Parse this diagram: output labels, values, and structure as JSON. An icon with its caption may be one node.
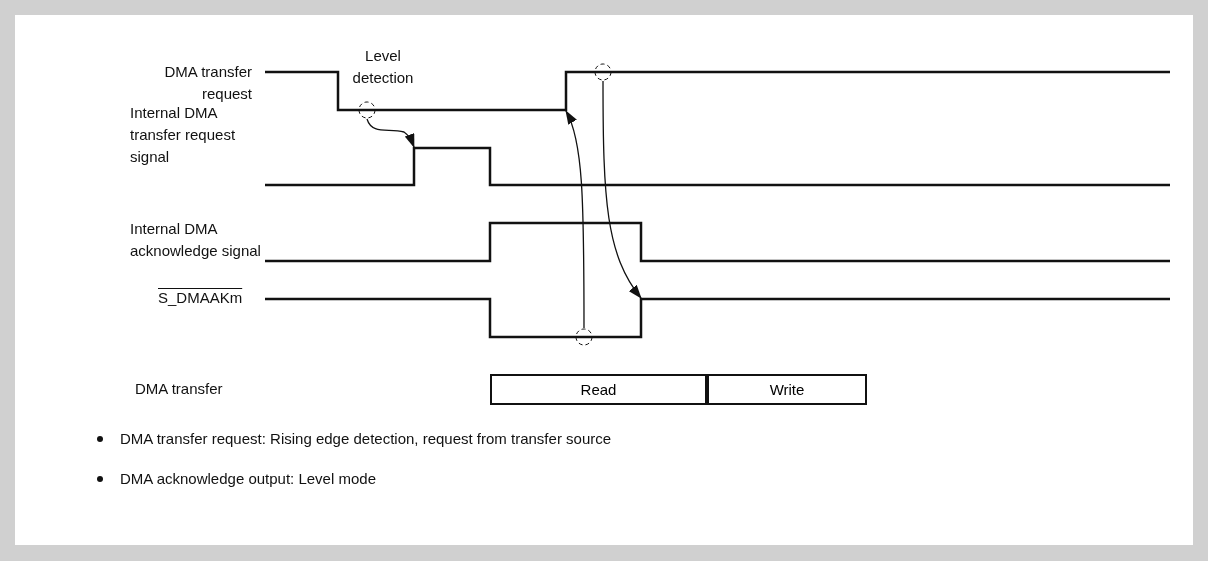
{
  "diagram": {
    "nodes": [
      {
        "text": [],
        "shape": "circle"
      },
      {
        "text": [],
        "shape": "circle"
      },
      {
        "text": [],
        "shape": "circle"
      },
      {
        "text": [
          "Read"
        ]
      },
      {
        "text": [
          "Write"
        ]
      }
    ],
    "edges": [
      {
        "from": 0,
        "to": null,
        "arrow": "to"
      },
      {
        "from": 2,
        "to": null,
        "arrow": "to"
      },
      {
        "from": 1,
        "to": null,
        "arrow": "to"
      }
    ],
    "labels": [
      "DMA transfer request",
      "Level detection",
      "Internal DMA transfer request signal",
      "Internal DMA acknowledge signal",
      "S_DMAAKm",
      "DMA transfer",
      "DMA transfer request: Rising edge detection, request from transfer source",
      "DMA acknowledge output: Level mode"
    ]
  }
}
